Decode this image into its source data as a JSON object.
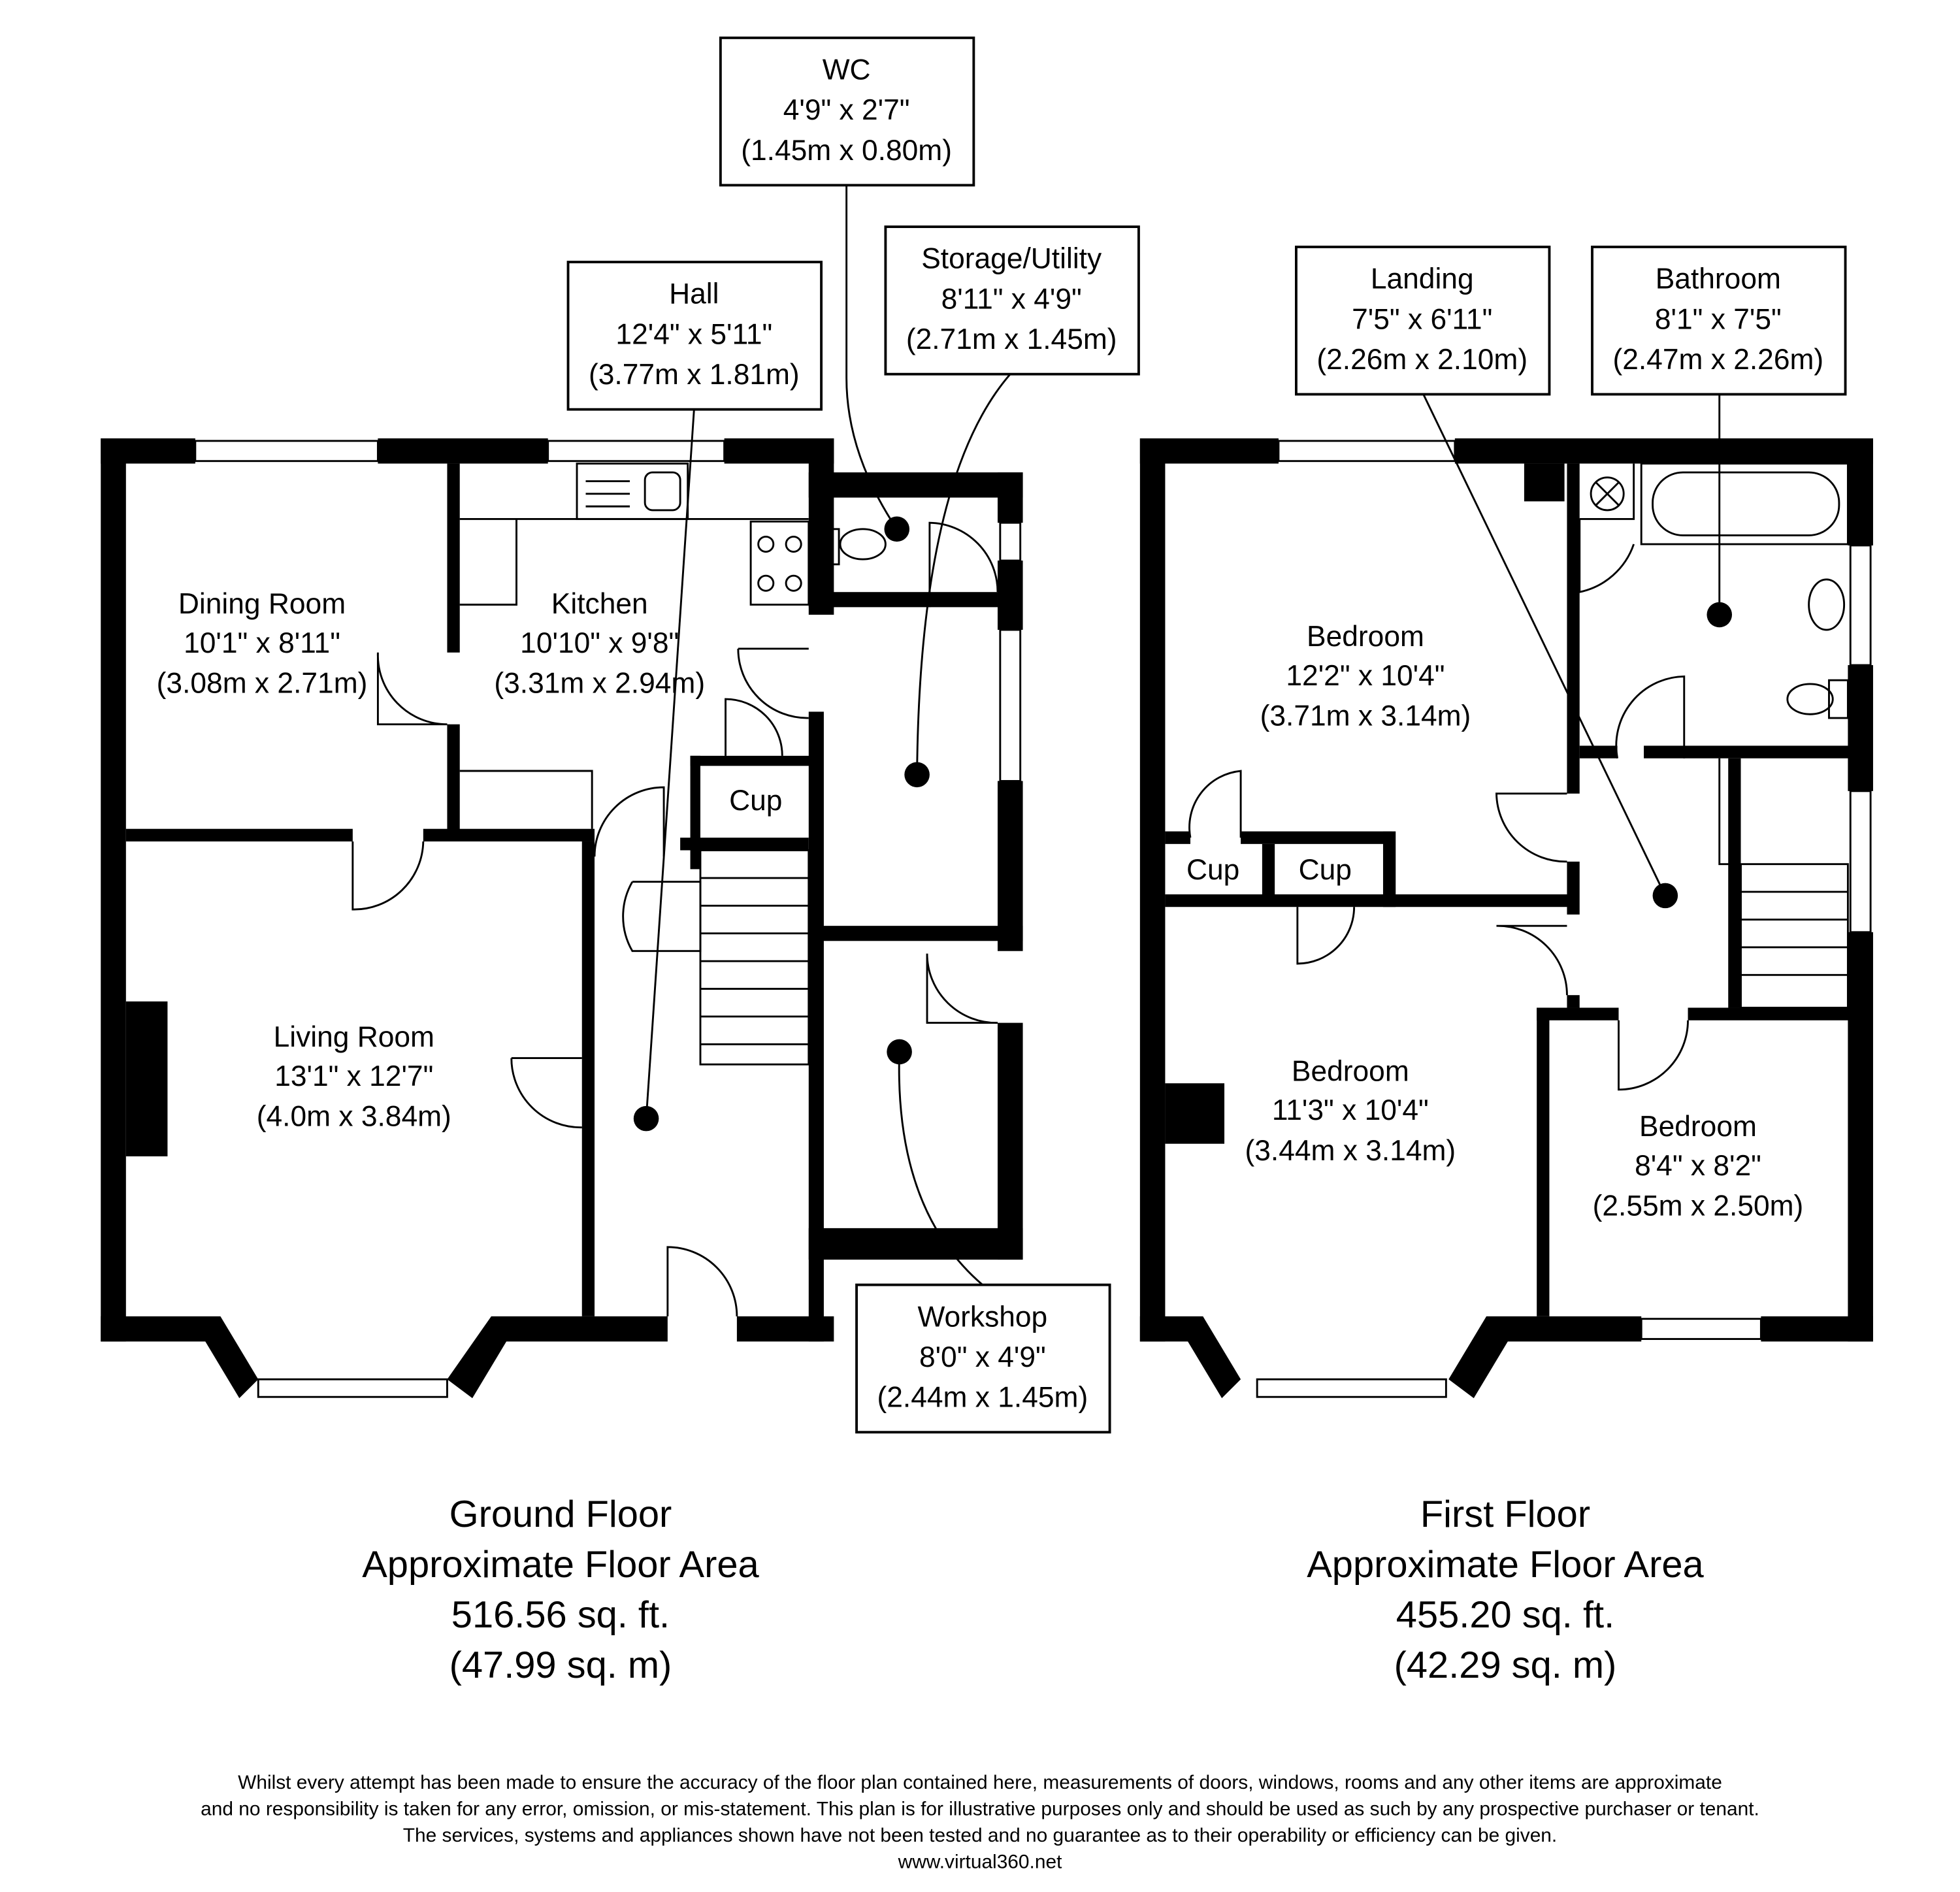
{
  "ground_floor": {
    "rooms": {
      "dining": {
        "name": "Dining Room",
        "imperial": "10'1\" x 8'11\"",
        "metric": "(3.08m x 2.71m)"
      },
      "kitchen": {
        "name": "Kitchen",
        "imperial": "10'10\" x 9'8\"",
        "metric": "(3.31m x 2.94m)"
      },
      "living": {
        "name": "Living Room",
        "imperial": "13'1\" x 12'7\"",
        "metric": "(4.0m x 3.84m)"
      },
      "cup": {
        "name": "Cup"
      }
    },
    "callouts": {
      "wc": {
        "name": "WC",
        "imperial": "4'9\" x 2'7\"",
        "metric": "(1.45m x 0.80m)"
      },
      "hall": {
        "name": "Hall",
        "imperial": "12'4\" x 5'11\"",
        "metric": "(3.77m x 1.81m)"
      },
      "storage": {
        "name": "Storage/Utility",
        "imperial": "8'11\" x 4'9\"",
        "metric": "(2.71m x 1.45m)"
      },
      "workshop": {
        "name": "Workshop",
        "imperial": "8'0\" x 4'9\"",
        "metric": "(2.44m x 1.45m)"
      }
    },
    "summary": {
      "title": "Ground Floor",
      "subtitle": "Approximate Floor Area",
      "sqft": "516.56 sq. ft.",
      "sqm": "(47.99 sq. m)"
    }
  },
  "first_floor": {
    "rooms": {
      "bed1": {
        "name": "Bedroom",
        "imperial": "12'2\" x 10'4\"",
        "metric": "(3.71m x 3.14m)"
      },
      "bed2": {
        "name": "Bedroom",
        "imperial": "11'3\" x 10'4\"",
        "metric": "(3.44m x 3.14m)"
      },
      "bed3": {
        "name": "Bedroom",
        "imperial": "8'4\" x 8'2\"",
        "metric": "(2.55m x 2.50m)"
      },
      "cup1": {
        "name": "Cup"
      },
      "cup2": {
        "name": "Cup"
      }
    },
    "callouts": {
      "landing": {
        "name": "Landing",
        "imperial": "7'5\" x 6'11\"",
        "metric": "(2.26m x 2.10m)"
      },
      "bathroom": {
        "name": "Bathroom",
        "imperial": "8'1\" x 7'5\"",
        "metric": "(2.47m x 2.26m)"
      }
    },
    "summary": {
      "title": "First Floor",
      "subtitle": "Approximate Floor Area",
      "sqft": "455.20 sq. ft.",
      "sqm": "(42.29 sq. m)"
    }
  },
  "disclaimer": {
    "line1": "Whilst every attempt has been made to ensure the accuracy of the floor plan contained here, measurements of doors, windows, rooms and any other items are approximate",
    "line2": "and no responsibility is taken for any error, omission, or mis-statement. This plan is for illustrative purposes only and should be used as such by any prospective purchaser or tenant.",
    "line3": "The services, systems and appliances shown have not been tested and no guarantee as to their operability or efficiency can be given.",
    "website": "www.virtual360.net"
  }
}
